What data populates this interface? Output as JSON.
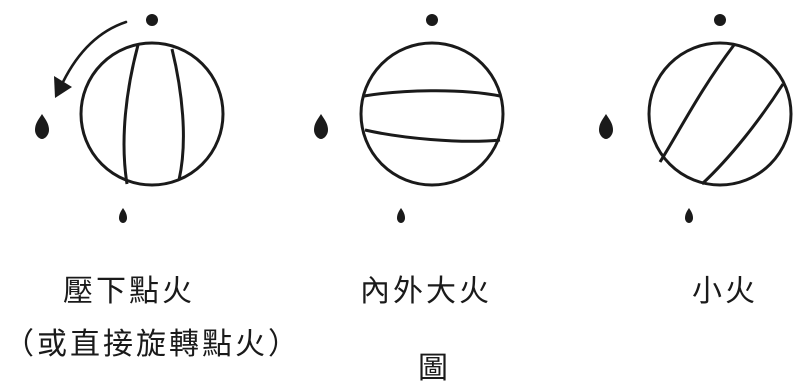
{
  "figure": {
    "colors": {
      "stroke": "#1a1a1a",
      "background": "#ffffff"
    },
    "knobs": [
      {
        "caption": "壓下點火",
        "note": "（或直接旋轉點火）",
        "position": "press-ignite",
        "has_rotation_arrow": true
      },
      {
        "caption": "內外大火",
        "position": "high-flame"
      },
      {
        "caption": "小火",
        "position": "low-flame"
      }
    ],
    "clipped_text": "圖"
  }
}
